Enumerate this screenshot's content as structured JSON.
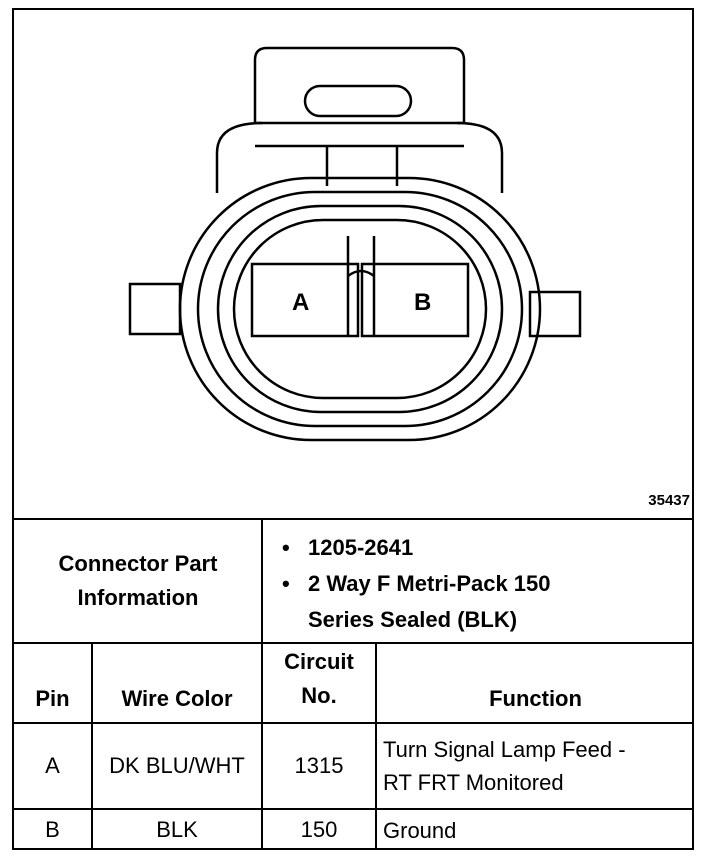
{
  "figure_number": "35437",
  "connector": {
    "pin_a_label": "A",
    "pin_b_label": "B"
  },
  "info": {
    "label_line1": "Connector Part",
    "label_line2": "Information",
    "part_number": "1205-2641",
    "description_line1": "2 Way F Metri-Pack 150",
    "description_line2": "Series Sealed (BLK)",
    "bullet": "•"
  },
  "table": {
    "headers": {
      "pin": "Pin",
      "wire_color": "Wire Color",
      "circuit_line1": "Circuit",
      "circuit_line2": "No.",
      "function": "Function"
    },
    "rows": [
      {
        "pin": "A",
        "wire_color": "DK BLU/WHT",
        "circuit": "1315",
        "function_line1": "Turn Signal Lamp Feed -",
        "function_line2": "RT FRT Monitored"
      },
      {
        "pin": "B",
        "wire_color": "BLK",
        "circuit": "150",
        "function_line1": "Ground",
        "function_line2": ""
      }
    ]
  }
}
